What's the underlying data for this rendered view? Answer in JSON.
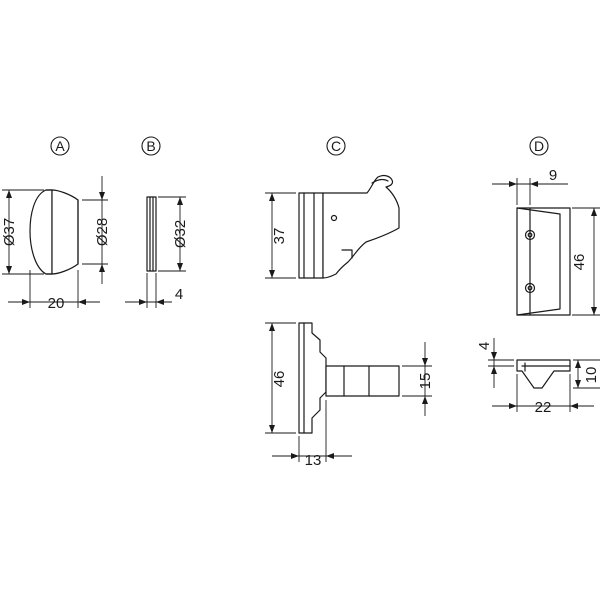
{
  "views": {
    "a": {
      "label": "A",
      "diameter_outer": "Ø37",
      "diameter_inner": "Ø28",
      "length": "20"
    },
    "b": {
      "label": "B",
      "diameter": "Ø32",
      "thickness": "4"
    },
    "c": {
      "label": "C",
      "height_top": "37",
      "height_bottom": "46",
      "width_bottom": "13",
      "depth_bottom": "15"
    },
    "d": {
      "label": "D",
      "width_top": "9",
      "height_top": "46",
      "height_small": "4",
      "height_bottom": "10",
      "length_bottom": "22"
    }
  }
}
